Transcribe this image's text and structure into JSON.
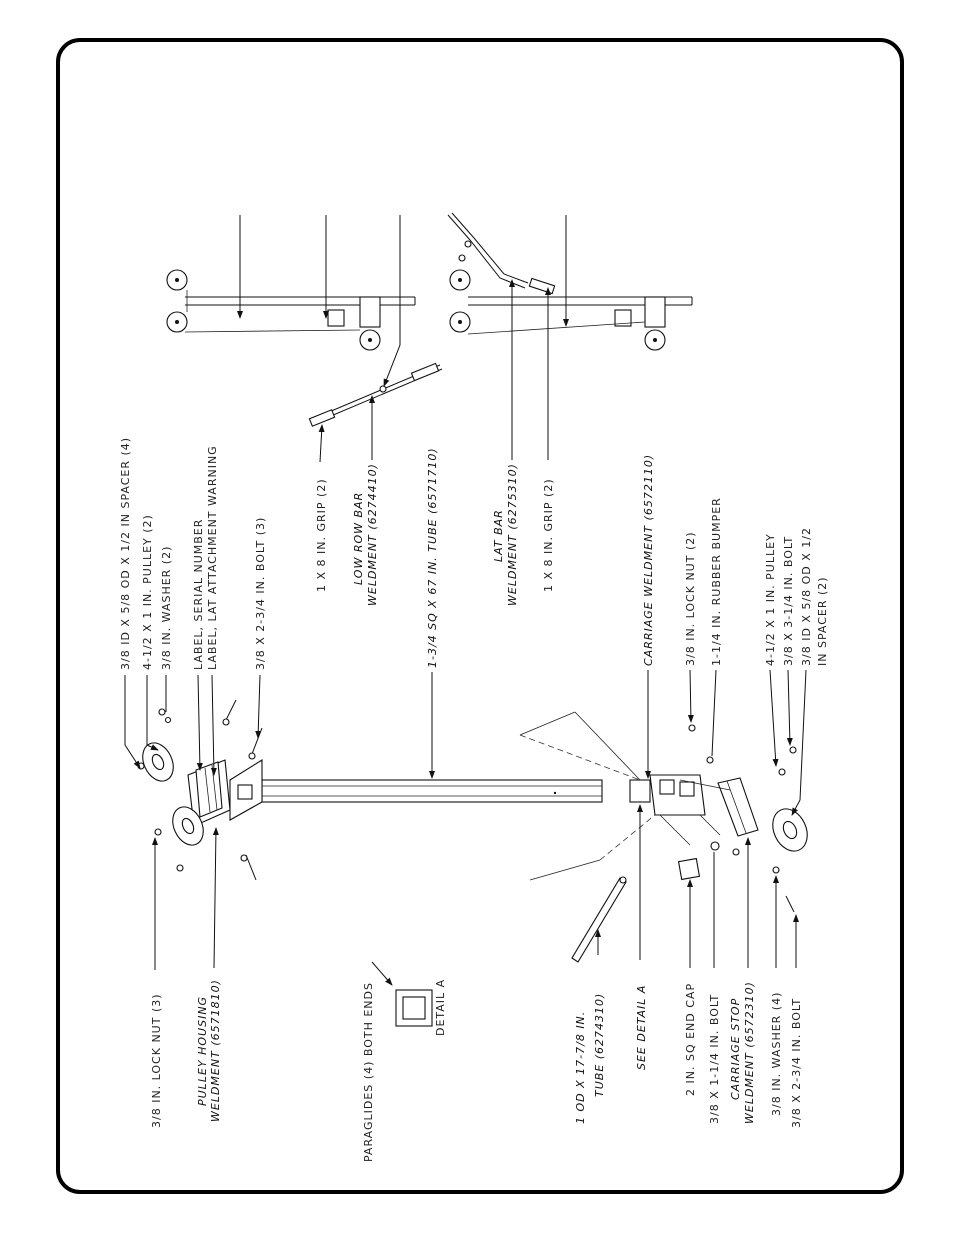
{
  "labels": {
    "spacer_4": "3/8 ID X 5/8 OD X 1/2 IN SPACER (4)",
    "pulley_2": "4-1/2 X 1 IN. PULLEY (2)",
    "washer_2": "3/8 IN. WASHER (2)",
    "label_serial": "LABEL, SERIAL NUMBER",
    "label_warning": "LABEL, LAT ATTACHMENT WARNING",
    "bolt_3": "3/8 X 2-3/4 IN. BOLT (3)",
    "lock_nut_3": "3/8 IN. LOCK NUT (3)",
    "pulley_housing_1": "PULLEY HOUSING",
    "pulley_housing_2": "WELDMENT (6571810)",
    "paraglides": "PARAGLIDES (4) BOTH ENDS",
    "detail_a": "DETAIL A",
    "tube_67": "1-3/4 SQ X 67 IN. TUBE (6571710)",
    "grip_1": "1 X 8 IN. GRIP (2)",
    "low_row_1": "LOW ROW BAR",
    "low_row_2": "WELDMENT (6274410)",
    "lat_bar_1": "LAT BAR",
    "lat_bar_2": "WELDMENT (6275310)",
    "grip_2": "1 X 8 IN. GRIP (2)",
    "carriage": "CARRIAGE WELDMENT (6572110)",
    "lock_nut_2": "3/8 IN. LOCK NUT (2)",
    "bumper": "1-1/4 IN. RUBBER BUMPER",
    "pulley_single": "4-1/2 X 1 IN. PULLEY",
    "bolt_314": "3/8 X 3-1/4 IN. BOLT",
    "spacer_2a": "3/8 ID X 5/8 OD X 1/2",
    "spacer_2b": "IN SPACER (2)",
    "tube_od_1": "1 OD X 17-7/8 IN.",
    "tube_od_2": "TUBE (6274310)",
    "see_detail": "SEE DETAIL A",
    "end_cap": "2 IN. SQ END CAP",
    "bolt_114": "3/8 X 1-1/4 IN. BOLT",
    "carriage_stop_1": "CARRIAGE STOP",
    "carriage_stop_2": "WELDMENT (6572310)",
    "washer_4": "3/8 IN. WASHER (4)",
    "bolt_234": "3/8 X 2-3/4 IN. BOLT"
  }
}
